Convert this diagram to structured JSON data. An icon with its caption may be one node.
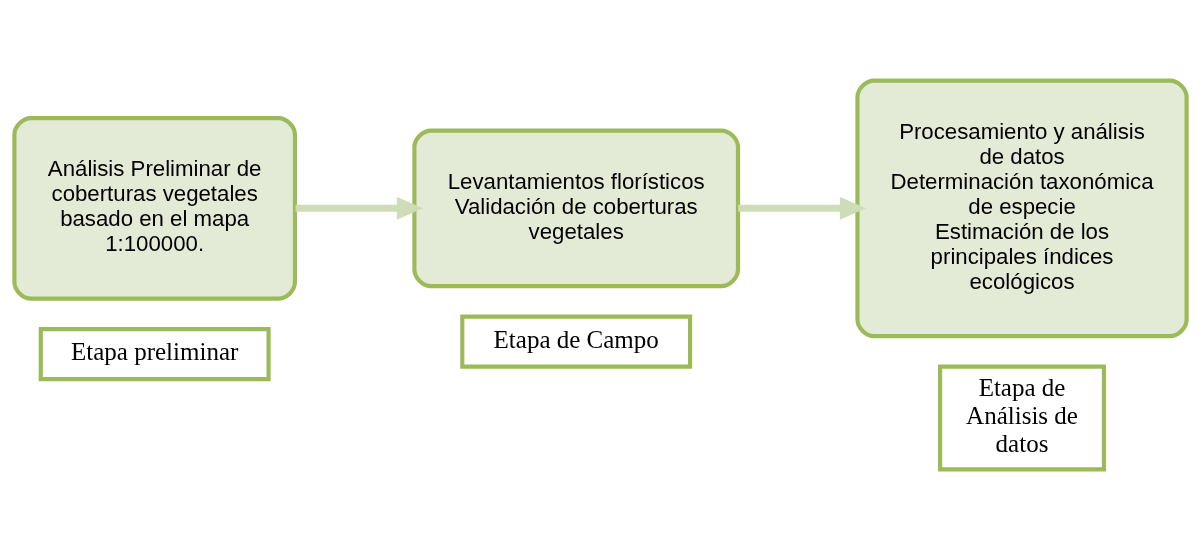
{
  "diagram": {
    "nodes": [
      {
        "text": [
          "Análisis Preliminar de coberturas vegetales basado en el mapa 1:100000."
        ]
      },
      {
        "text": [
          "Etapa preliminar"
        ]
      },
      {
        "text": [
          "Levantamientos florísticos",
          "Validación de coberturas vegetales"
        ]
      },
      {
        "text": [
          "Etapa de Campo"
        ]
      },
      {
        "text": [
          "Procesamiento y análisis de datos",
          "Determinación taxonómica de especie",
          "Estimación de los principales índices ecológicos"
        ]
      },
      {
        "text": [
          "Etapa de Análisis de datos"
        ]
      }
    ],
    "edges": [
      {
        "from": 0,
        "to": 2,
        "arrow": "to",
        "color": "#cfdcb8"
      },
      {
        "from": 2,
        "to": 4,
        "arrow": "to",
        "color": "#cfdcb8"
      }
    ]
  }
}
